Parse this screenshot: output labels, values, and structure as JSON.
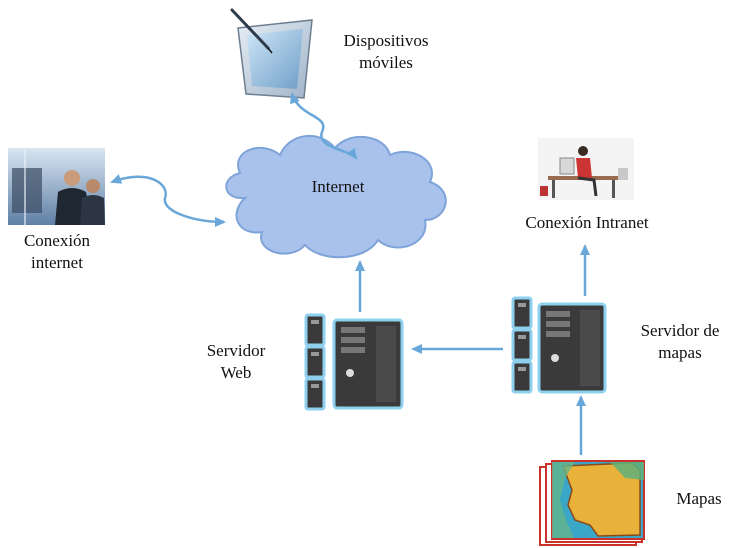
{
  "labels": {
    "mobile": [
      "Dispositivos",
      "móviles"
    ],
    "internet": "Internet",
    "client": [
      "Conexión",
      "internet"
    ],
    "intranet": "Conexión Intranet",
    "web_server": [
      "Servidor",
      "Web"
    ],
    "map_server": [
      "Servidor de",
      "mapas"
    ],
    "maps": "Mapas"
  },
  "colors": {
    "connector": "#6aa7d9",
    "cloud_fill": "#a9c2ec",
    "cloud_stroke": "#7ea3d9",
    "server_body": "#3a3a3a",
    "server_outline": "#8fd0ef",
    "map_land": "#e8b23a",
    "map_water": "#3aa6c8",
    "map_frame": "#c8312c"
  },
  "icons": [
    "tablet-icon",
    "cloud-icon",
    "people-computer-photo",
    "office-worker-photo",
    "web-server-icon",
    "map-server-icon",
    "map-icon"
  ]
}
